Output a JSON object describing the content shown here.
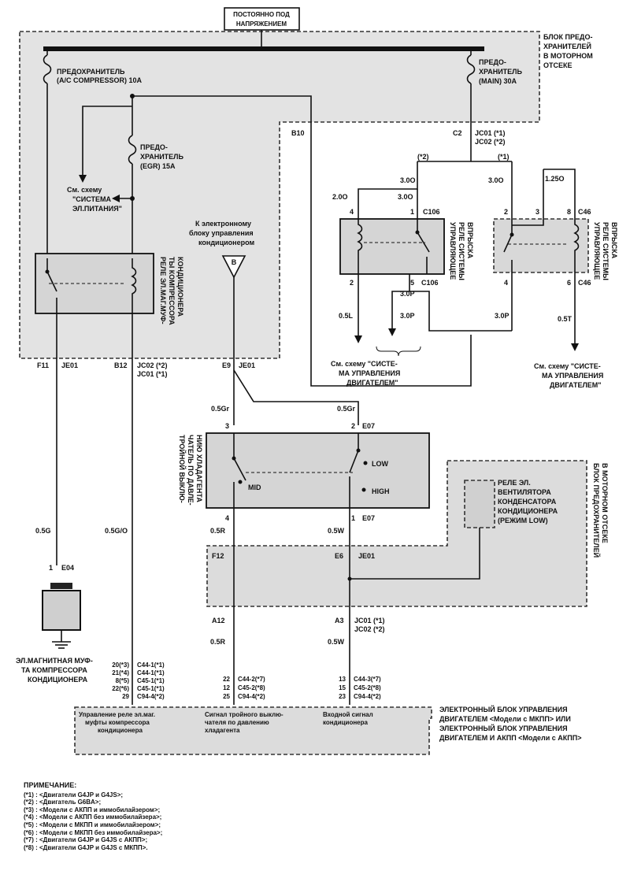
{
  "header": {
    "power_line": [
      "ПОСТОЯННО ПОД",
      "НАПРЯЖЕНИЕМ"
    ]
  },
  "fuse_box_engine": {
    "label": [
      "БЛОК ПРЕДО-",
      "ХРАНИТЕЛЕЙ",
      "В МОТОРНОМ",
      "ОТСЕКЕ"
    ],
    "fuse_ac": [
      "ПРЕДОХРАНИТЕЛЬ",
      "(A/C COMPRESSOR) 10A"
    ],
    "fuse_main": [
      "ПРЕДО-",
      "ХРАНИТЕЛЬ",
      "(MAIN) 30A"
    ],
    "fuse_egr": [
      "ПРЕДО-",
      "ХРАНИТЕЛЬ",
      "(EGR) 15A"
    ],
    "see_power": [
      "См. схему",
      "\"СИСТЕМА",
      "ЭЛ.ПИТАНИЯ\""
    ],
    "relay_clutch": [
      "РЕЛЕ ЭЛ.МАГ.МУФ-",
      "ТЫ КОМПРЕССОРА",
      "КОНДИЦИОНЕРА"
    ]
  },
  "connectors": {
    "b10": "B10",
    "c2": "C2",
    "jc01_1": "JC01 (*1)",
    "jc02_2": "JC02 (*2)",
    "f11": "F11",
    "je01": "JE01",
    "b12": "B12",
    "jc02_2b": "JC02 (*2)",
    "jc01_1b": "JC01 (*1)",
    "e9": "E9",
    "je01b": "JE01",
    "c106": "C106",
    "c46": "C46",
    "e07": "E07",
    "e04": "E04",
    "f12": "F12",
    "e6": "E6",
    "je01c": "JE01",
    "a12": "A12",
    "a3": "A3",
    "jc01_1c": "JC01 (*1)",
    "jc02_2c": "JC02 (*2)"
  },
  "injection": {
    "variant1": "(*2)",
    "variant2": "(*1)",
    "relay1": [
      "УПРАВЛЯЮЩЕЕ",
      "РЕЛЕ СИСТЕМЫ",
      "ВПРЫСКА"
    ],
    "relay2": [
      "УПРАВЛЯЮЩЕЕ",
      "РЕЛЕ СИСТЕМЫ",
      "ВПРЫСКА"
    ],
    "see_engine1": [
      "См. схему \"СИСТЕ-",
      "МА УПРАВЛЕНИЯ",
      "ДВИГАТЕЛЕМ\""
    ],
    "see_engine2": [
      "См. схему \"СИСТЕ-",
      "МА УПРАВЛЕНИЯ",
      "ДВИГАТЕЛЕМ\""
    ]
  },
  "ac_control": {
    "label": [
      "К электронному",
      "блоку управления",
      "кондиционером"
    ],
    "triangle": "B"
  },
  "pressure_switch": {
    "label": [
      "ТРОЙНОЙ ВЫКЛЮ-",
      "ЧАТЕЛЬ ПО ДАВЛЕ-",
      "НИЮ ХЛАДАГЕНТА"
    ],
    "low": "LOW",
    "mid": "MID",
    "high": "HIGH"
  },
  "fan_relay": {
    "label": [
      "РЕЛЕ ЭЛ.",
      "ВЕНТИЛЯТОРА",
      "КОНДЕНСАТОРА",
      "КОНДИЦИОНЕРА",
      "(РЕЖИМ LOW)"
    ],
    "box": [
      "БЛОК ПРЕДОХРАНИТЕЛЕЙ",
      "В МОТОРНОМ ОТСЕКЕ"
    ]
  },
  "clutch": {
    "label": [
      "ЭЛ.МАГНИТНАЯ МУФ-",
      "ТА КОМПРЕССОРА",
      "КОНДИЦИОНЕРА"
    ]
  },
  "wires": {
    "w300a": "3.0O",
    "w300b": "3.0O",
    "w200": "2.0O",
    "w300c": "3.0O",
    "w125": "1.25O",
    "w05l": "0.5L",
    "w30p1": "3.0P",
    "w30p2": "3.0P",
    "w30p3": "3.0P",
    "w05t": "0.5T",
    "w05gr1": "0.5Gr",
    "w05gr2": "0.5Gr",
    "w05g": "0.5G",
    "w05go": "0.5G/O",
    "w05r1": "0.5R",
    "w05w1": "0.5W",
    "w05r2": "0.5R",
    "w05w2": "0.5W"
  },
  "pins": {
    "p4a": "4",
    "p1a": "1",
    "p2a": "2",
    "p5a": "5",
    "p2b": "2",
    "p3b": "3",
    "p8b": "8",
    "p4b": "4",
    "p6b": "6",
    "p3c": "3",
    "p2c": "2",
    "p4c": "4",
    "p1c": "1",
    "p1d": "1"
  },
  "ecu_pins": {
    "left": [
      [
        "20(*3)",
        "C44-1(*1)"
      ],
      [
        "21(*4)",
        "C44-1(*1)"
      ],
      [
        "8(*5)",
        "C45-1(*1)"
      ],
      [
        "22(*6)",
        "C45-1(*1)"
      ],
      [
        "29",
        "C94-4(*2)"
      ]
    ],
    "mid": [
      [
        "22",
        "C44-2(*7)"
      ],
      [
        "12",
        "C45-2(*8)"
      ],
      [
        "25",
        "C94-4(*2)"
      ]
    ],
    "right": [
      [
        "13",
        "C44-3(*7)"
      ],
      [
        "15",
        "C45-2(*8)"
      ],
      [
        "23",
        "C94-4(*2)"
      ]
    ]
  },
  "ecu": {
    "sig1": [
      "Управление реле эл.маг.",
      "муфты компрессора",
      "кондиционера"
    ],
    "sig2": [
      "Сигнал тройного выклю-",
      "чателя по давлению",
      "хладагента"
    ],
    "sig3": [
      "Входной сигнал",
      "кондиционера"
    ],
    "label": [
      "ЭЛЕКТРОННЫЙ БЛОК УПРАВЛЕНИЯ",
      "ДВИГАТЕЛЕМ <Модели с МКПП> ИЛИ",
      "ЭЛЕКТРОННЫЙ БЛОК УПРАВЛЕНИЯ",
      "ДВИГАТЕЛЕМ И АКПП <Модели с АКПП>"
    ]
  },
  "notes": {
    "title": "ПРИМЕЧАНИЕ:",
    "items": [
      "(*1) : <Двигатели G4JP и G4JS>;",
      "(*2) : <Двигатель G6BA>;",
      "(*3) : <Модели с АКПП и иммобилайзером>;",
      "(*4) : <Модели с АКПП без иммобилайзера>;",
      "(*5) : <Модели с МКПП и иммобилайзером>;",
      "(*6) : <Модели с МКПП без иммобилайзера>;",
      "(*7) : <Двигатели G4JP и G4JS с АКПП>;",
      "(*8) : <Двигатели G4JP и G4JS с МКПП>."
    ]
  }
}
